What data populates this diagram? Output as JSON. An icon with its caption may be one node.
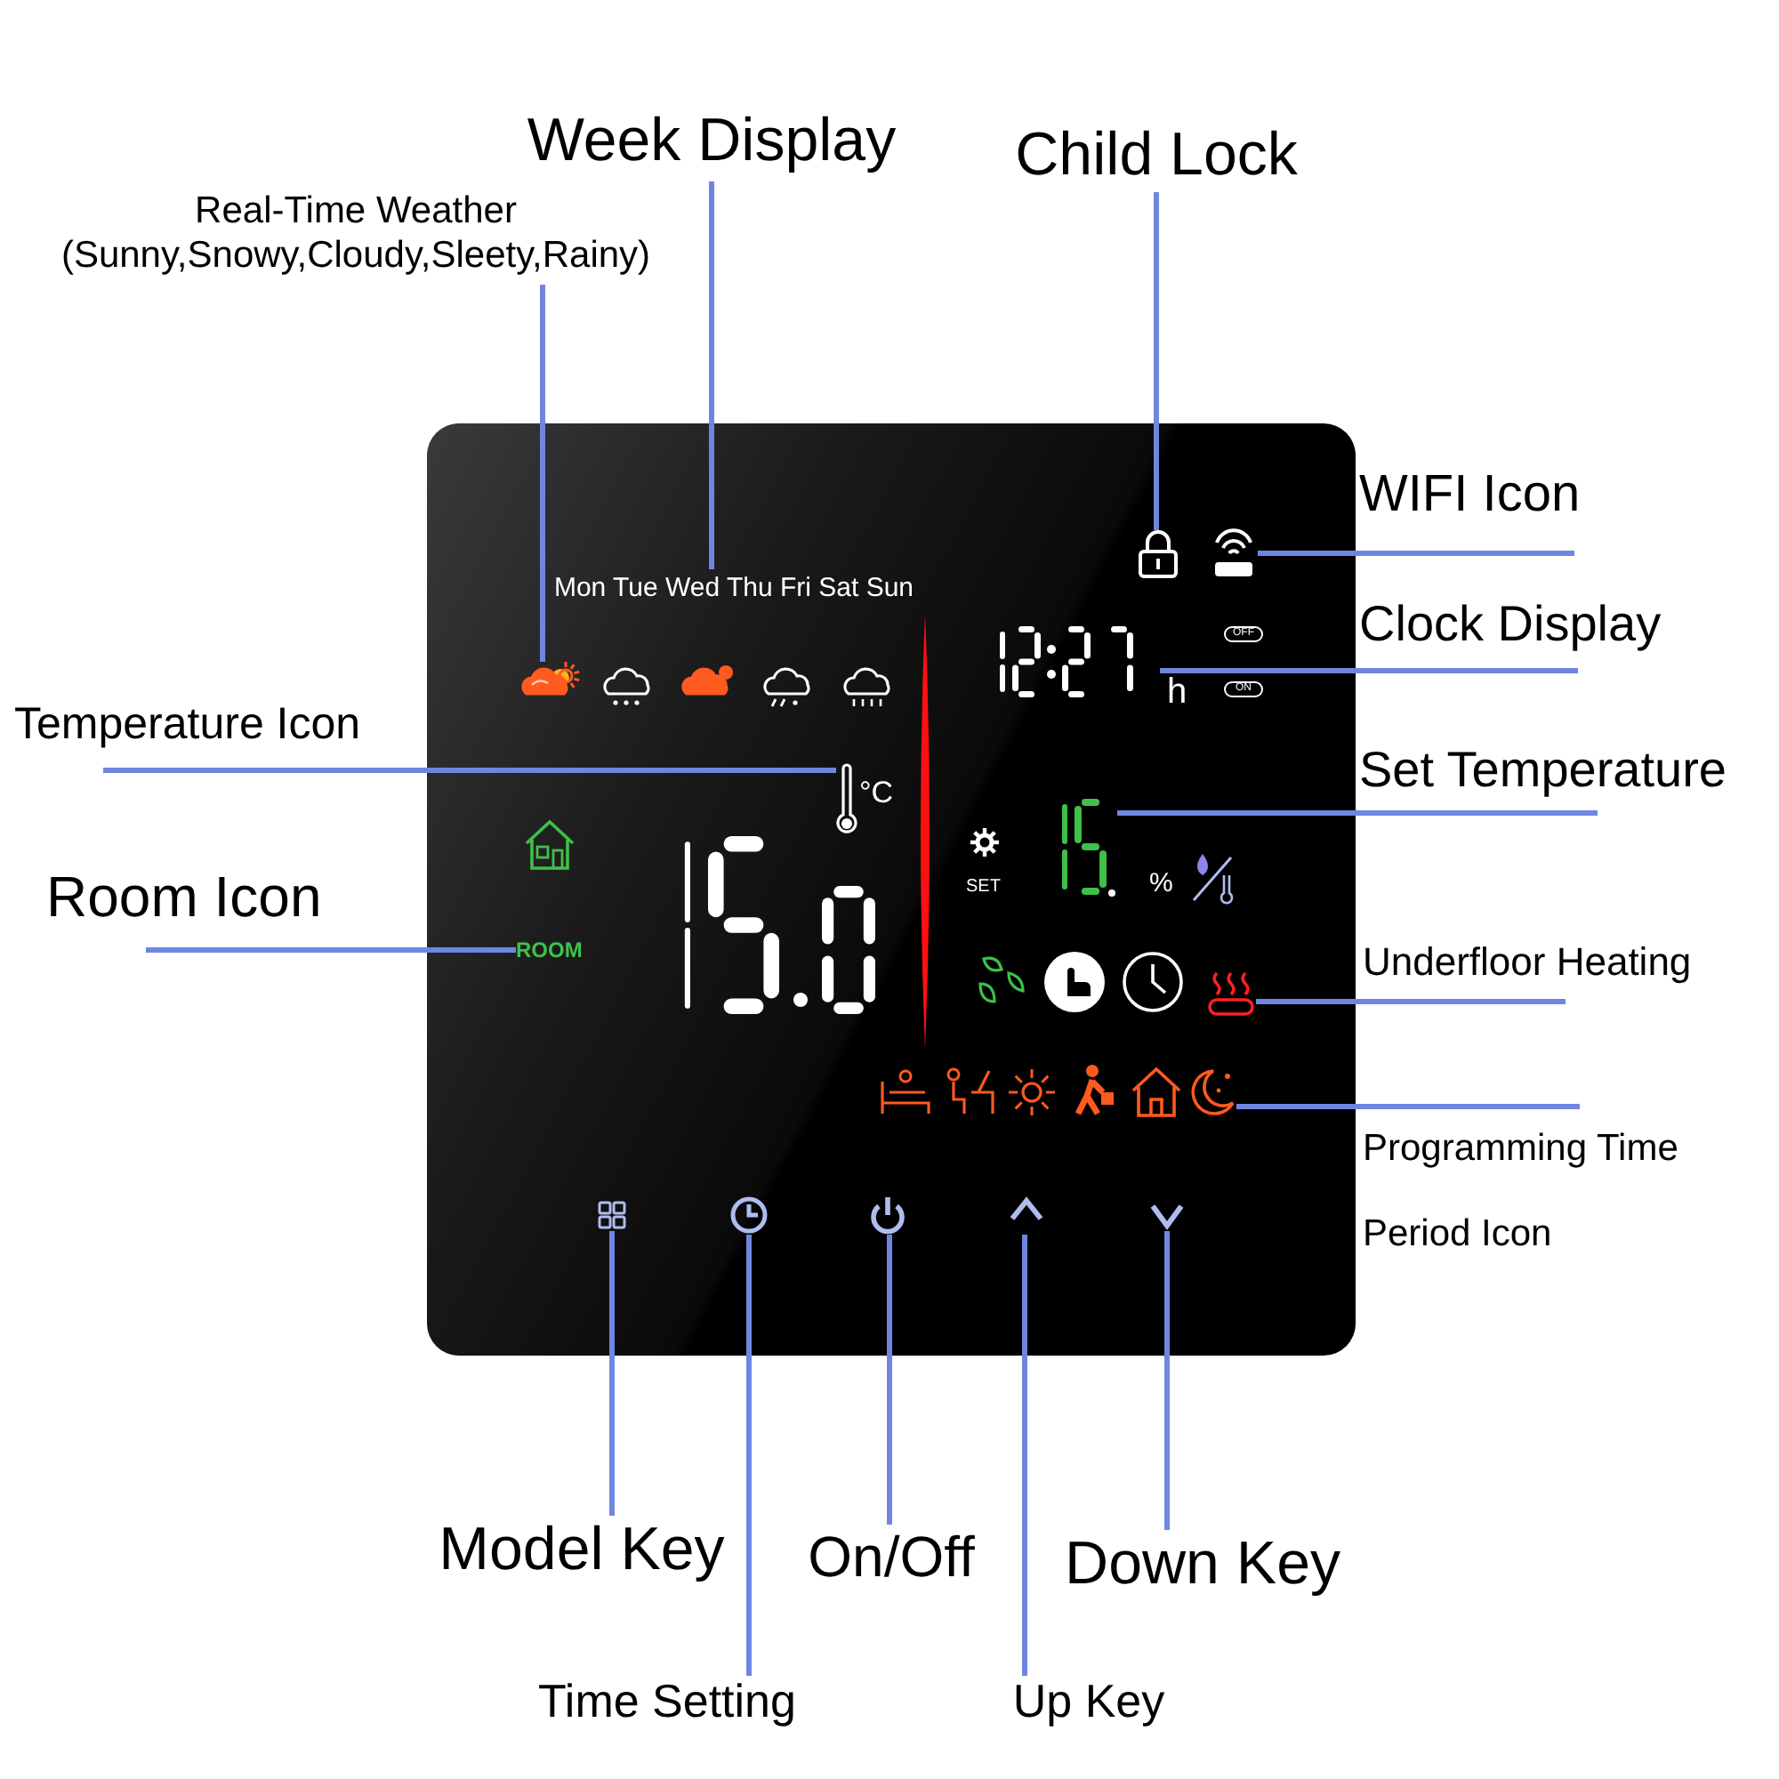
{
  "diagram": {
    "nodes": [
      {
        "text": [
          "Week Display"
        ]
      },
      {
        "text": [
          "Child Lock"
        ]
      },
      {
        "text": [
          "Real-Time Weather (Sunny,Snowy,Cloudy,Sleety,Rainy)"
        ]
      },
      {
        "text": [
          "WIFI Icon"
        ]
      },
      {
        "text": [
          "Clock Display"
        ]
      },
      {
        "text": [
          "Temperature Icon"
        ]
      },
      {
        "text": [
          "Set Temperature"
        ]
      },
      {
        "text": [
          "Room Icon"
        ]
      },
      {
        "text": [
          "Underfloor Heating"
        ]
      },
      {
        "text": [
          "Programming Time Period Icon"
        ]
      },
      {
        "text": [
          "Model Key"
        ]
      },
      {
        "text": [
          "On/Off"
        ]
      },
      {
        "text": [
          "Down Key"
        ]
      },
      {
        "text": [
          "Time Setting"
        ]
      },
      {
        "text": [
          "Up Key"
        ]
      },
      {
        "text": [],
        "shape": "box"
      },
      {
        "text": [
          "Mon Tue Wed Thu Fri Sat Sun"
        ],
        "in": 15
      },
      {
        "text": [],
        "shape": "picture",
        "in": 15
      },
      {
        "text": [],
        "shape": "picture",
        "in": 15
      },
      {
        "text": [],
        "shape": "picture",
        "in": 15
      },
      {
        "text": [],
        "shape": "picture",
        "in": 15
      },
      {
        "text": [],
        "shape": "picture",
        "in": 15
      },
      {
        "text": [],
        "shape": "picture",
        "in": 15
      },
      {
        "text": [
          "ROOM"
        ],
        "in": 15
      },
      {
        "text": [],
        "shape": "picture",
        "in": 15
      },
      {
        "text": [],
        "shape": "picture",
        "in": 15
      },
      {
        "text": [],
        "shape": "picture",
        "in": 15
      },
      {
        "text": [],
        "shape": "picture",
        "in": 15
      },
      {
        "text": [],
        "shape": "picture",
        "in": 15
      },
      {
        "text": [],
        "shape": "picture",
        "in": 15
      },
      {
        "text": [],
        "shape": "picture",
        "in": 15
      }
    ],
    "edges": [
      {
        "from": 0,
        "to": 16,
        "arrow": "none"
      },
      {
        "from": 1,
        "to": 18,
        "arrow": "none"
      },
      {
        "from": 2,
        "to": 17,
        "arrow": "none"
      },
      {
        "from": 3,
        "to": 19,
        "arrow": "none"
      },
      {
        "from": 4,
        "to": 20,
        "arrow": "none"
      },
      {
        "from": 5,
        "to": 21,
        "arrow": "none"
      },
      {
        "from": 6,
        "to": 22,
        "arrow": "none"
      },
      {
        "from": 7,
        "to": 23,
        "arrow": "none"
      },
      {
        "from": 8,
        "to": 24,
        "arrow": "none"
      },
      {
        "from": 9,
        "to": 25,
        "arrow": "none"
      },
      {
        "from": 10,
        "to": 26,
        "arrow": "none"
      },
      {
        "from": 11,
        "to": 28,
        "arrow": "none"
      },
      {
        "from": 12,
        "to": 30,
        "arrow": "none"
      },
      {
        "from": 13,
        "to": 27,
        "arrow": "none"
      },
      {
        "from": 14,
        "to": 29,
        "arrow": "none"
      }
    ],
    "labels": [
      "OFF",
      "h",
      "ON",
      "°C",
      "SET",
      "%"
    ]
  }
}
